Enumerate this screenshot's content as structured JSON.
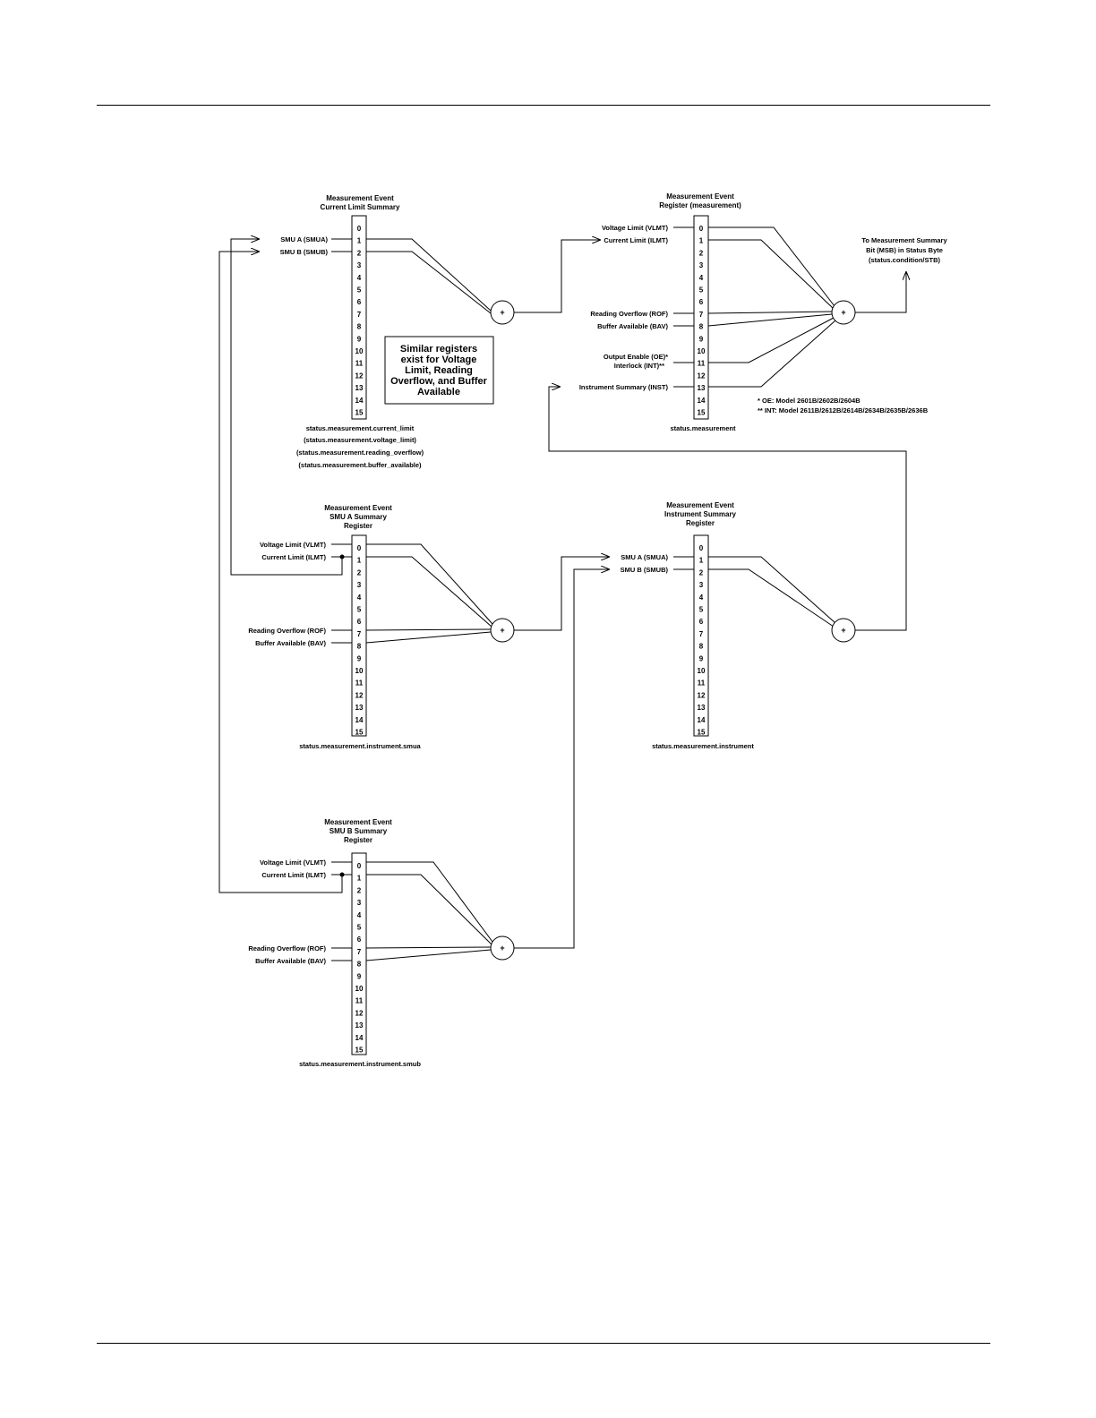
{
  "registers": {
    "current_limit": {
      "title": [
        "Measurement Event",
        "Current Limit Summary"
      ],
      "inputs": [
        {
          "bit": 1,
          "label": "SMU A (SMUA)"
        },
        {
          "bit": 2,
          "label": "SMU B (SMUB)"
        }
      ],
      "names": [
        "status.measurement.current_limit",
        "(status.measurement.voltage_limit)",
        "(status.measurement.reading_overflow)",
        "(status.measurement.buffer_available)"
      ]
    },
    "measurement": {
      "title": [
        "Measurement Event",
        "Register (measurement)"
      ],
      "inputs": [
        {
          "bit": 0,
          "label": "Voltage Limit (VLMT)"
        },
        {
          "bit": 1,
          "label": "Current Limit (ILMT)"
        },
        {
          "bit": 7,
          "label": "Reading Overflow (ROF)"
        },
        {
          "bit": 8,
          "label": "Buffer Available (BAV)"
        },
        {
          "bit": 11,
          "label": "Output Enable (OE)*"
        },
        {
          "bit": 11,
          "label": "Interlock (INT)**"
        },
        {
          "bit": 13,
          "label": "Instrument Summary (INST)"
        }
      ],
      "names": [
        "status.measurement"
      ]
    },
    "smua": {
      "title": [
        "Measurement Event",
        "SMU A Summary",
        "Register"
      ],
      "inputs": [
        {
          "bit": 0,
          "label": "Voltage Limit (VLMT)"
        },
        {
          "bit": 1,
          "label": "Current Limit (ILMT)"
        },
        {
          "bit": 7,
          "label": "Reading Overflow (ROF)"
        },
        {
          "bit": 8,
          "label": "Buffer Available (BAV)"
        }
      ],
      "names": [
        "status.measurement.instrument.smua"
      ]
    },
    "instrument": {
      "title": [
        "Measurement Event",
        "Instrument Summary",
        "Register"
      ],
      "inputs": [
        {
          "bit": 1,
          "label": "SMU A (SMUA)"
        },
        {
          "bit": 2,
          "label": "SMU B (SMUB)"
        }
      ],
      "names": [
        "status.measurement.instrument"
      ]
    },
    "smub": {
      "title": [
        "Measurement Event",
        "SMU B Summary",
        "Register"
      ],
      "inputs": [
        {
          "bit": 0,
          "label": "Voltage Limit (VLMT)"
        },
        {
          "bit": 1,
          "label": "Current Limit (ILMT)"
        },
        {
          "bit": 7,
          "label": "Reading Overflow (ROF)"
        },
        {
          "bit": 8,
          "label": "Buffer Available (BAV)"
        }
      ],
      "names": [
        "status.measurement.instrument.smub"
      ]
    }
  },
  "bits": [
    "0",
    "1",
    "2",
    "3",
    "4",
    "5",
    "6",
    "7",
    "8",
    "9",
    "10",
    "11",
    "12",
    "13",
    "14",
    "15"
  ],
  "or_symbol": "+",
  "similar_note": [
    "Similar registers",
    "exist for Voltage",
    "Limit, Reading",
    "Overflow, and Buffer",
    "Available"
  ],
  "destination": [
    "To Measurement Summary",
    "Bit (MSB) in Status Byte",
    "(status.condition/STB)"
  ],
  "footnotes": [
    "* OE: Model 2601B/2602B/2604B",
    "** INT: Model 2611B/2612B/2614B/2634B/2635B/2636B"
  ]
}
